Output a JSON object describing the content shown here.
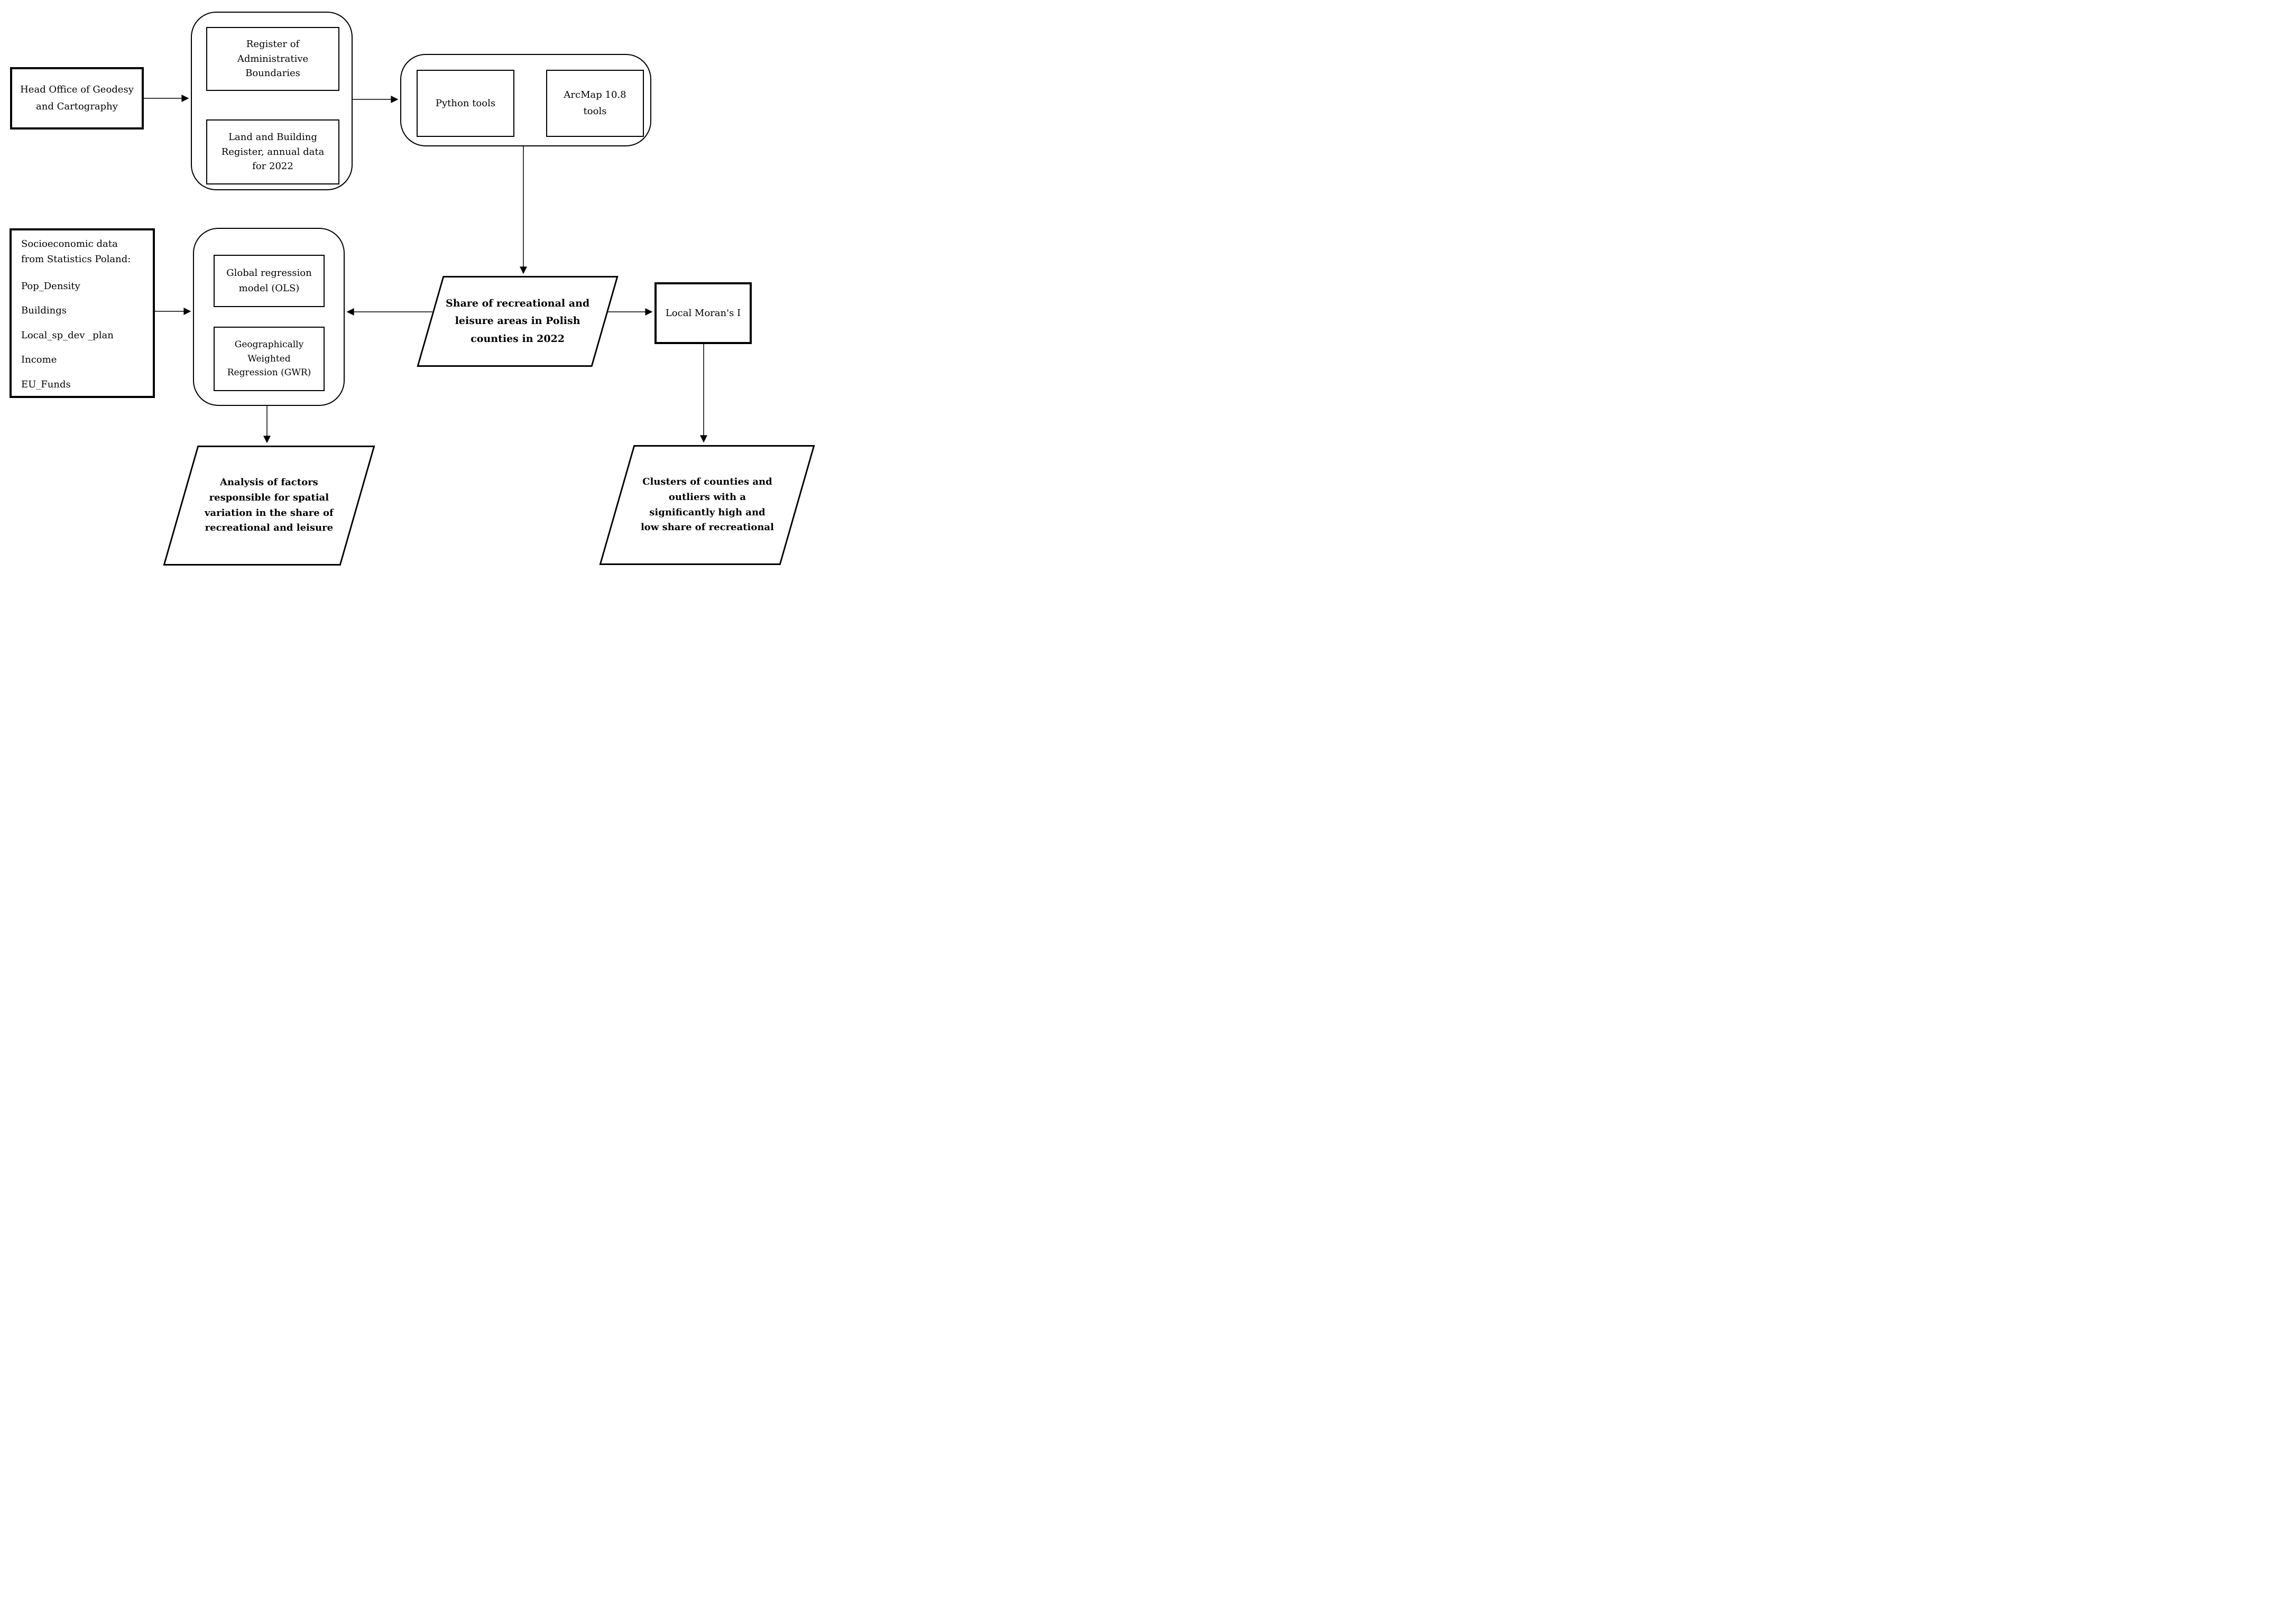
{
  "nodes": {
    "head_office": {
      "lines": [
        "Head Office of Geodesy",
        "and Cartography"
      ]
    },
    "register_admin": {
      "lines": [
        "Register of",
        "Administrative",
        "Boundaries"
      ]
    },
    "land_building": {
      "lines": [
        "Land and Building",
        "Register, annual data",
        "for 2022"
      ]
    },
    "python_tools": {
      "lines": [
        "Python tools"
      ]
    },
    "arcmap_tools": {
      "lines": [
        "ArcMap 10.8",
        "tools"
      ]
    },
    "socioeconomic": {
      "title_lines": [
        "Socioeconomic data",
        "from Statistics Poland:"
      ],
      "variables": [
        "Pop_Density",
        "Buildings",
        "Local_sp_dev _plan",
        "Income",
        "EU_Funds"
      ]
    },
    "ols_model": {
      "lines": [
        "Global regression",
        "model (OLS)"
      ]
    },
    "gwr_model": {
      "lines": [
        "Geographically",
        "Weighted",
        "Regression (GWR)"
      ]
    },
    "share_output": {
      "lines": [
        "Share of recreational and",
        "leisure areas in Polish",
        "counties in 2022"
      ]
    },
    "local_moran": {
      "lines": [
        "Local Moran's I"
      ]
    },
    "analysis_output": {
      "lines": [
        "Analysis of factors",
        "responsible for spatial",
        "variation in the share of",
        "recreational and leisure"
      ]
    },
    "clusters_output": {
      "lines": [
        "Clusters of counties and",
        "outliers with a",
        "significantly high and",
        "low share of recreational"
      ]
    }
  },
  "colors": {
    "border": "#000000",
    "background": "#ffffff",
    "text": "#000000"
  }
}
